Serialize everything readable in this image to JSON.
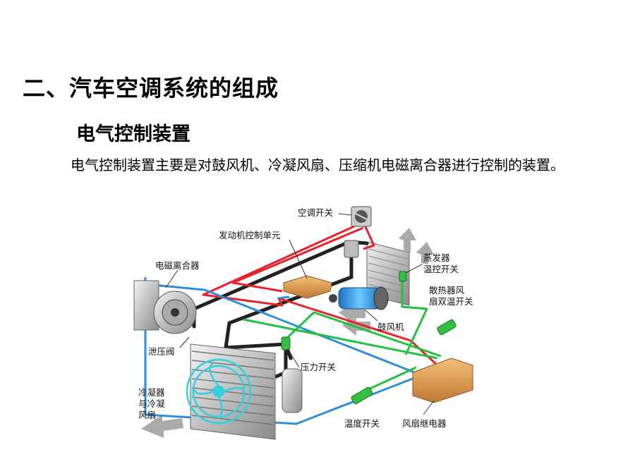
{
  "heading": "二、汽车空调系统的组成",
  "subheading": "电气控制装置",
  "paragraph": "电气控制装置主要是对鼓风机、冷凝风扇、压缩机电磁离合器进行控制的装置。",
  "diagram": {
    "labels": {
      "ac_switch": "空调开关",
      "ecu": "发动机控制单元",
      "magnetic_clutch": "电磁离合器",
      "evaporator_temp_switch_1": "蒸发器",
      "evaporator_temp_switch_2": "温控开关",
      "radiator_fan_switch_1": "散热器风",
      "radiator_fan_switch_2": "扇双温开关",
      "blower": "鼓风机",
      "relief_valve": "泄压阀",
      "pressure_switch": "压力开关",
      "condenser_fan_1": "冷凝器",
      "condenser_fan_2": "与冷凝",
      "condenser_fan_3": "风扇",
      "temp_switch": "温度开关",
      "fan_relay": "风扇继电器"
    },
    "colors": {
      "red_wire": "#e8202a",
      "blue_wire": "#2a8ee0",
      "green_wire": "#22c040",
      "pipe": "#222222",
      "component_orange": "#e0a050",
      "blower_blue": "#3aa8e8",
      "fan_cyan": "#30d0e0"
    }
  }
}
